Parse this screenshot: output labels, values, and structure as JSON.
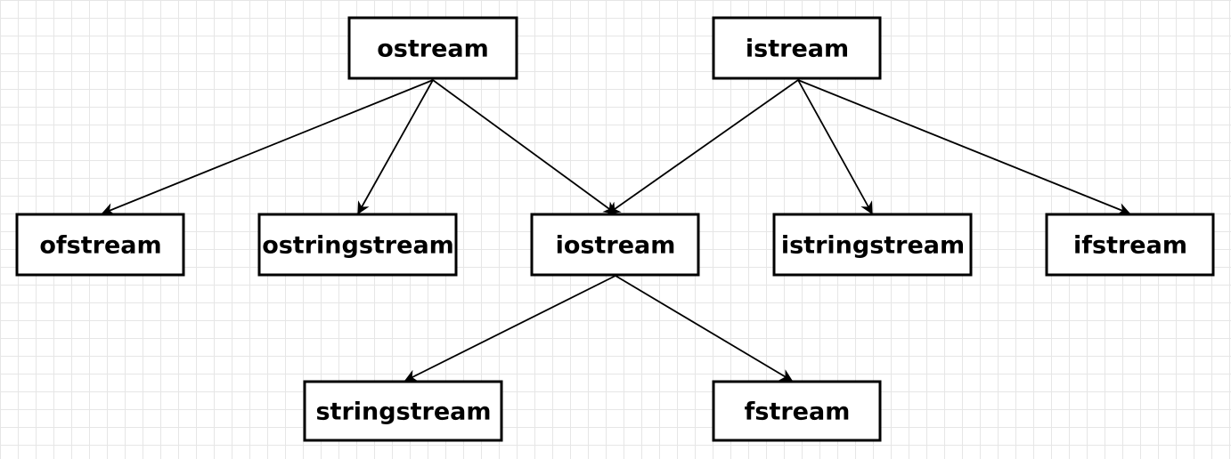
{
  "nodes": {
    "ostream": "ostream",
    "istream": "istream",
    "ofstream": "ofstream",
    "ostringstream": "ostringstream",
    "iostream": "iostream",
    "istringstream": "istringstream",
    "ifstream": "ifstream",
    "stringstream": "stringstream",
    "fstream": "fstream"
  },
  "edges": [
    {
      "from": "ostream",
      "to": "ofstream"
    },
    {
      "from": "ostream",
      "to": "ostringstream"
    },
    {
      "from": "ostream",
      "to": "iostream"
    },
    {
      "from": "istream",
      "to": "iostream"
    },
    {
      "from": "istream",
      "to": "istringstream"
    },
    {
      "from": "istream",
      "to": "ifstream"
    },
    {
      "from": "iostream",
      "to": "stringstream"
    },
    {
      "from": "iostream",
      "to": "fstream"
    }
  ]
}
